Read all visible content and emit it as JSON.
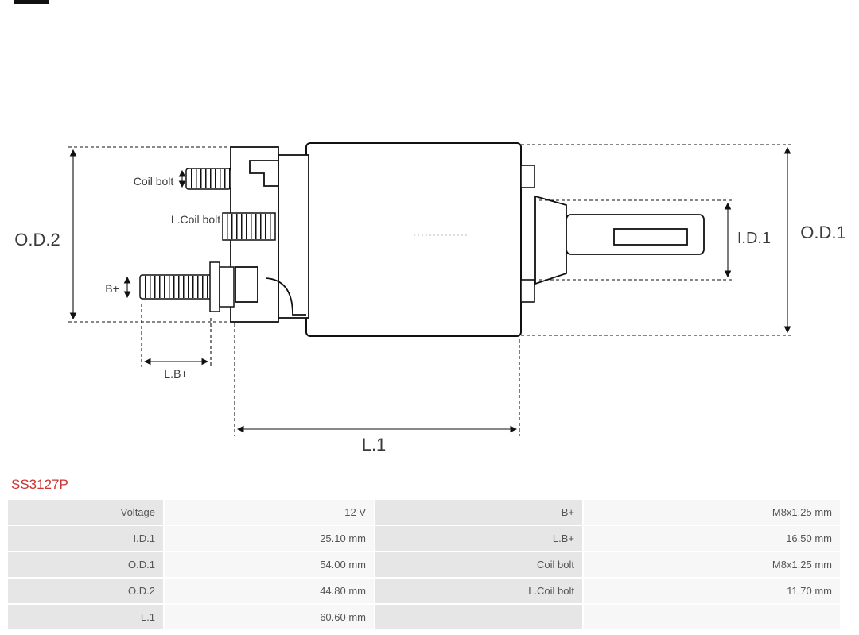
{
  "page": {
    "part_number": "SS3127P"
  },
  "diagram": {
    "labels": {
      "coil_bolt": "Coil bolt",
      "l_coil_bolt": "L.Coil bolt",
      "b_plus": "B+",
      "l_b_plus": "L.B+",
      "od2": "O.D.2",
      "od1": "O.D.1",
      "id1": "I.D.1",
      "l1": "L.1"
    }
  },
  "spec_table": {
    "rows": [
      {
        "label_left": "Voltage",
        "value_left": "12 V",
        "label_right": "B+",
        "value_right": "M8x1.25 mm"
      },
      {
        "label_left": "I.D.1",
        "value_left": "25.10 mm",
        "label_right": "L.B+",
        "value_right": "16.50 mm"
      },
      {
        "label_left": "O.D.1",
        "value_left": "54.00 mm",
        "label_right": "Coil bolt",
        "value_right": "M8x1.25 mm"
      },
      {
        "label_left": "O.D.2",
        "value_left": "44.80 mm",
        "label_right": "L.Coil bolt",
        "value_right": "11.70 mm"
      },
      {
        "label_left": "L.1",
        "value_left": "60.60 mm",
        "label_right": "",
        "value_right": ""
      }
    ]
  },
  "colors": {
    "part_number_red": "#cc3333",
    "table_label_bg": "#e6e6e6",
    "table_value_bg": "#f7f7f7",
    "line_color": "#111111"
  }
}
